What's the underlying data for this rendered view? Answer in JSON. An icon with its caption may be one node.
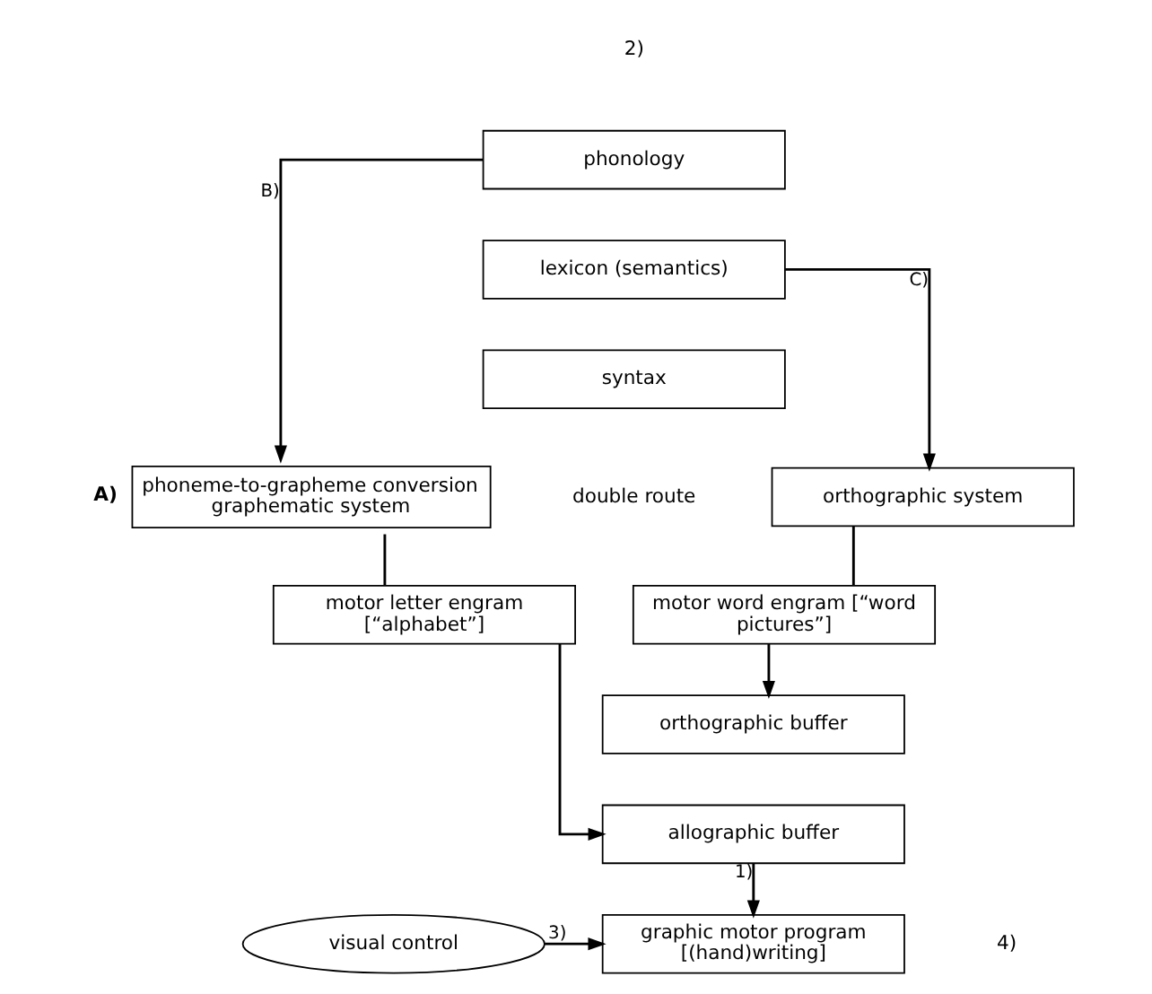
{
  "diagram": {
    "nodes": [
      {
        "text": [
          "phonology"
        ]
      },
      {
        "text": [
          "lexicon (semantics)"
        ]
      },
      {
        "text": [
          "syntax"
        ]
      },
      {
        "text": [
          "phoneme-to-grapheme conversion graphematic system"
        ],
        "beside": [
          "A)"
        ]
      },
      {
        "text": [
          "orthographic system"
        ]
      },
      {
        "text": [
          "motor letter engram [“alphabet”]"
        ]
      },
      {
        "text": [
          "motor word engram [“word pictures”]"
        ]
      },
      {
        "text": [
          "orthographic buffer"
        ]
      },
      {
        "text": [
          "allographic buffer"
        ]
      },
      {
        "text": [
          "visual control"
        ]
      },
      {
        "text": [
          "graphic motor program [(hand)writing]"
        ]
      }
    ],
    "edges": [
      {
        "from": 0,
        "to": 3,
        "arrow": "to",
        "label": "B)"
      },
      {
        "from": 1,
        "to": 4,
        "arrow": "to",
        "label": "C)"
      },
      {
        "from": 3,
        "to": 5,
        "arrow": "none"
      },
      {
        "from": 4,
        "to": 6,
        "arrow": "none"
      },
      {
        "from": 5,
        "to": 8,
        "arrow": "to"
      },
      {
        "from": 6,
        "to": 7,
        "arrow": "to"
      },
      {
        "from": 8,
        "to": 10,
        "arrow": "to",
        "label": "1)"
      },
      {
        "from": 9,
        "to": 10,
        "arrow": "to",
        "label": "3)"
      }
    ],
    "labels": [
      "2)",
      "double route",
      "4)"
    ]
  }
}
